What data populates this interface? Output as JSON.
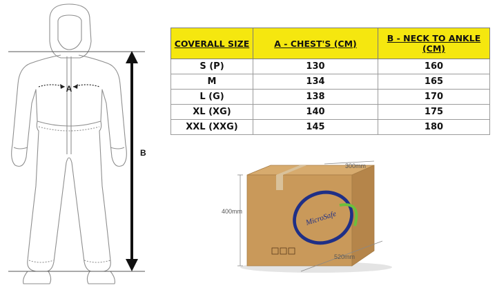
{
  "diagram": {
    "label_a": "A",
    "label_b": "B"
  },
  "table": {
    "headers": [
      "COVERALL SIZE",
      "A - CHEST'S (CM)",
      "B - NECK TO ANKLE (CM)"
    ],
    "rows": [
      [
        "S (P)",
        "130",
        "160"
      ],
      [
        "M",
        "134",
        "165"
      ],
      [
        "L (G)",
        "138",
        "170"
      ],
      [
        "XL (XG)",
        "140",
        "175"
      ],
      [
        "XXL (XXG)",
        "145",
        "180"
      ]
    ]
  },
  "box": {
    "width_label": "300mm",
    "height_label": "400mm",
    "length_label": "520mm",
    "brand": "MicroSafe"
  },
  "colors": {
    "header_bg": "#f5e70f",
    "cardboard": "#c9995a",
    "arrow": "#111111"
  }
}
